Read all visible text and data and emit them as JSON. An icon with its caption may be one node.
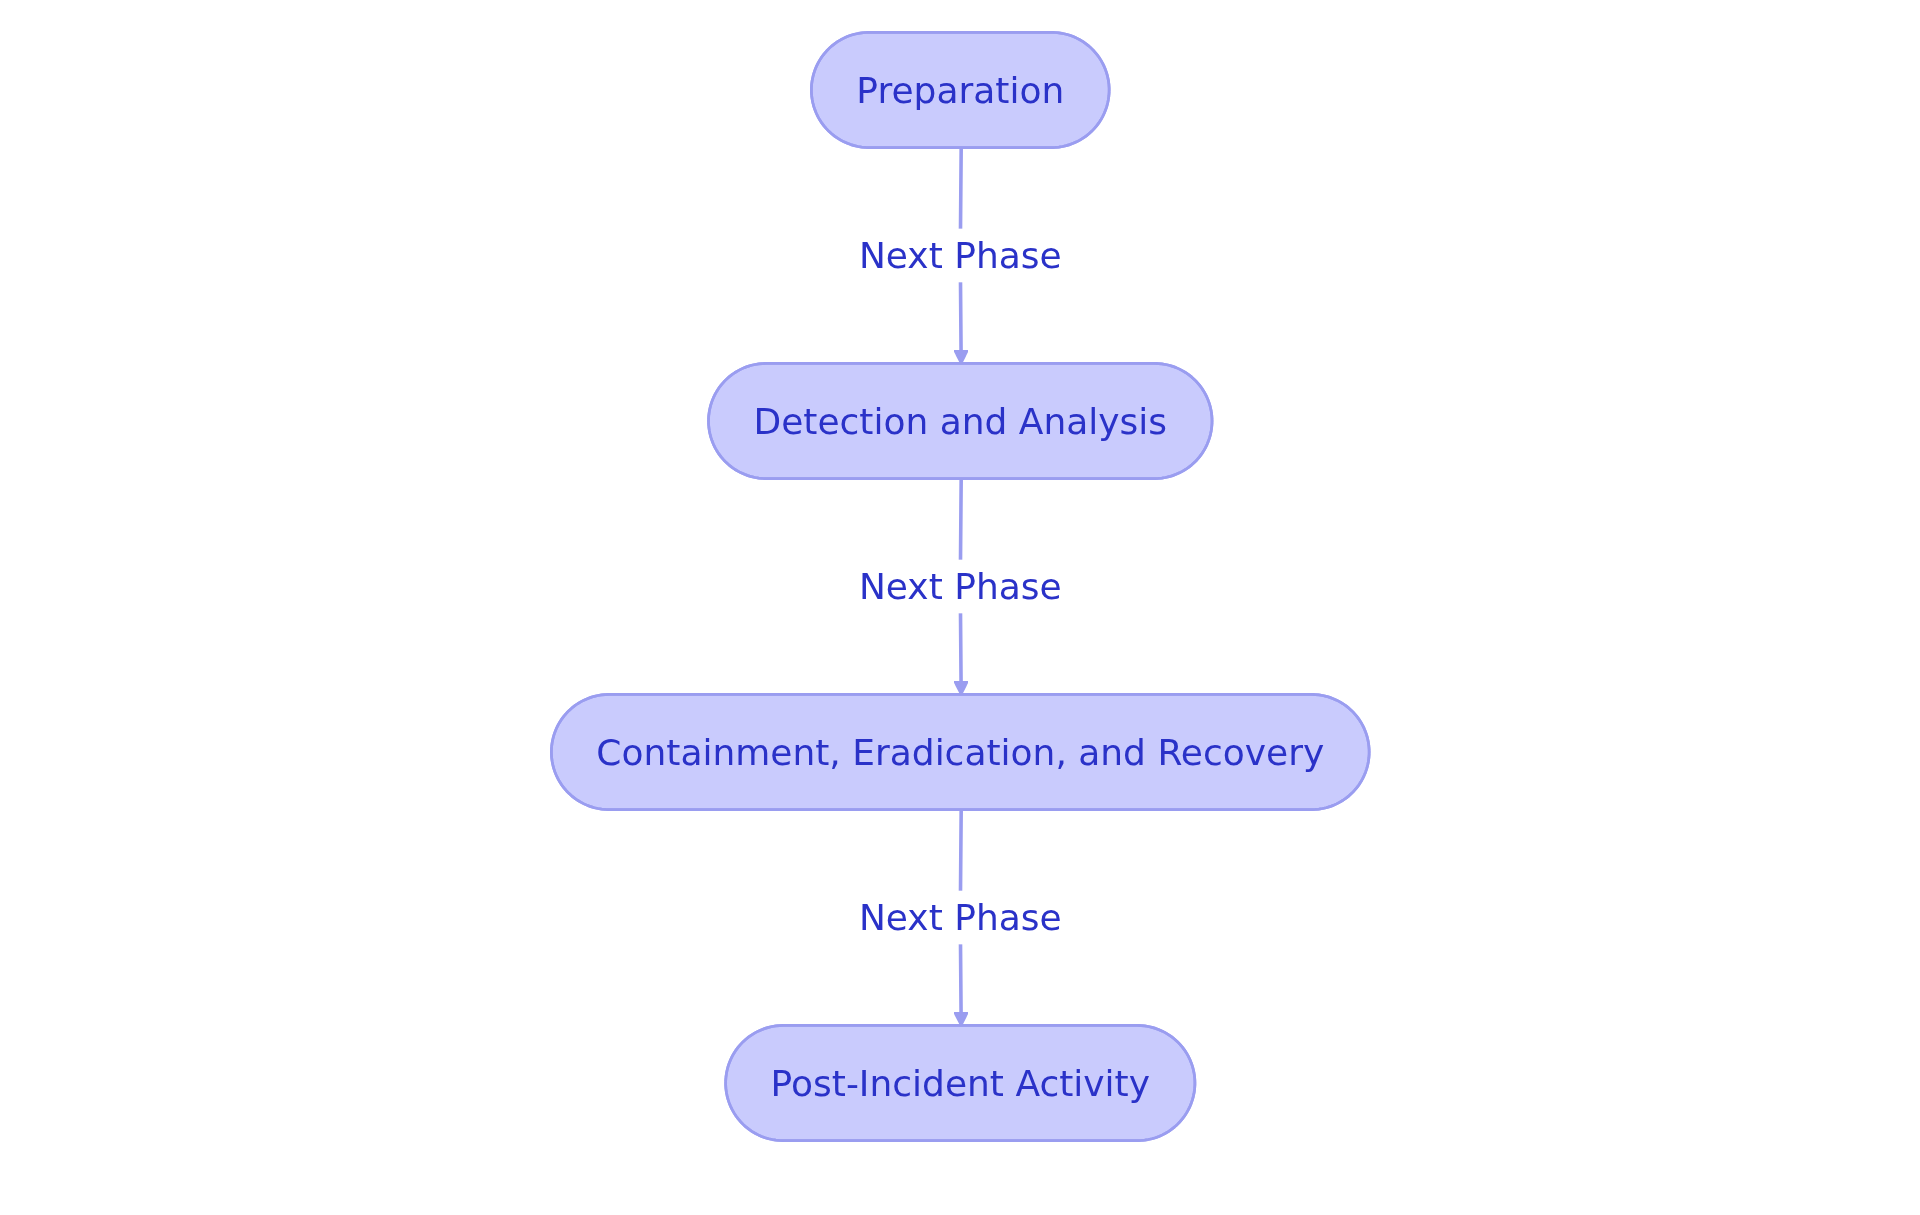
{
  "diagram": {
    "nodes": [
      {
        "text": [
          "Preparation"
        ]
      },
      {
        "text": [
          "Detection and Analysis"
        ]
      },
      {
        "text": [
          "Containment, Eradication, and Recovery"
        ]
      },
      {
        "text": [
          "Post-Incident Activity"
        ]
      }
    ],
    "edges": [
      {
        "from": 0,
        "to": 1,
        "arrow": "to",
        "label": "Next Phase"
      },
      {
        "from": 1,
        "to": 2,
        "arrow": "to",
        "label": "Next Phase"
      },
      {
        "from": 2,
        "to": 3,
        "arrow": "to",
        "label": "Next Phase"
      }
    ]
  }
}
